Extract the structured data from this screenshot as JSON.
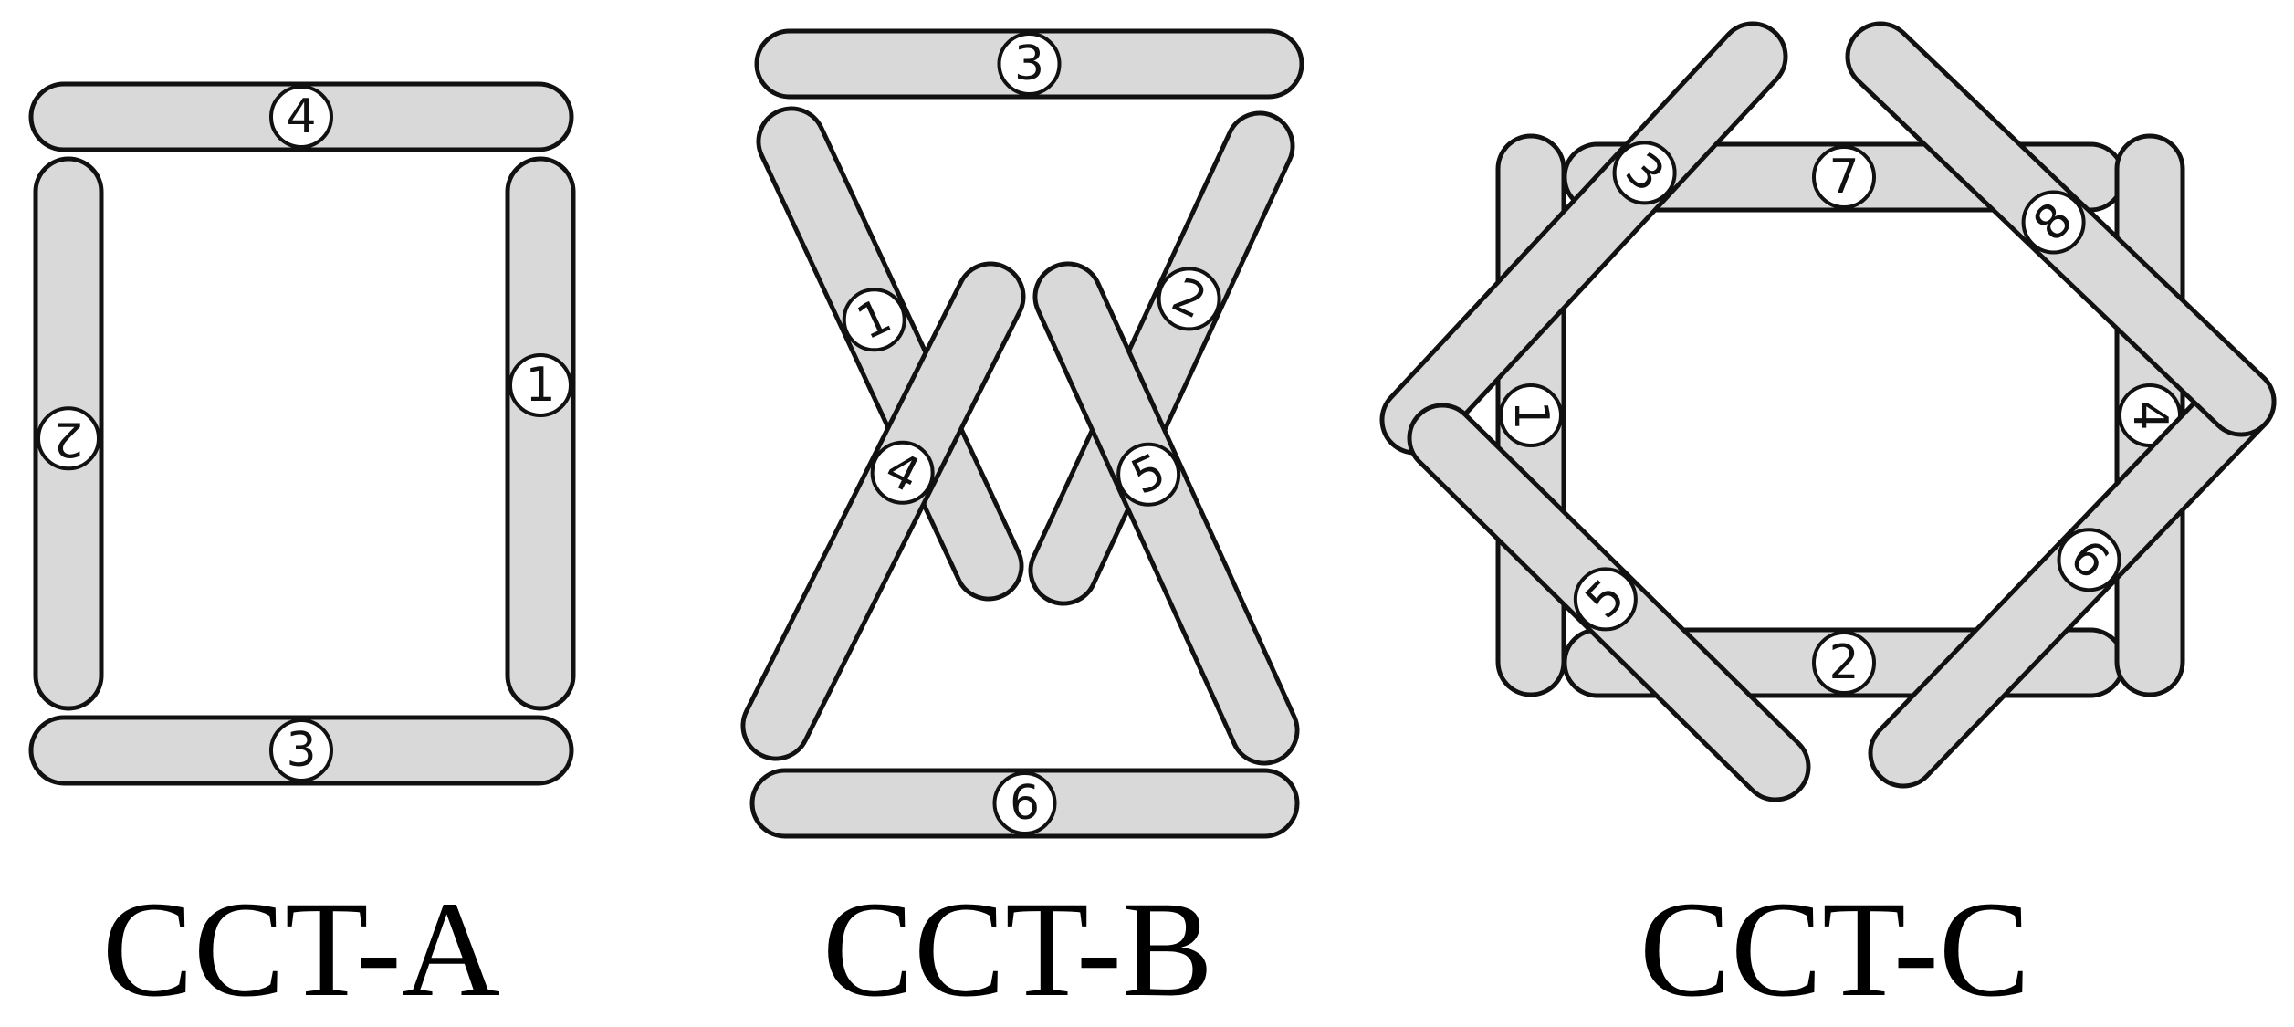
{
  "colors": {
    "bar_fill": "#d9d9d9",
    "outline": "#111111",
    "badge_fill": "#ffffff",
    "text": "#000000"
  },
  "panels": [
    {
      "caption": "CCT-A",
      "bars": [
        {
          "label": "4"
        },
        {
          "label": "2"
        },
        {
          "label": "1"
        },
        {
          "label": "3"
        }
      ]
    },
    {
      "caption": "CCT-B",
      "bars": [
        {
          "label": "3"
        },
        {
          "label": "1"
        },
        {
          "label": "2"
        },
        {
          "label": "4"
        },
        {
          "label": "5"
        },
        {
          "label": "6"
        }
      ]
    },
    {
      "caption": "CCT-C",
      "bars": [
        {
          "label": "7"
        },
        {
          "label": "2"
        },
        {
          "label": "1"
        },
        {
          "label": "4"
        },
        {
          "label": "3"
        },
        {
          "label": "5"
        },
        {
          "label": "6"
        },
        {
          "label": "8"
        }
      ]
    }
  ]
}
